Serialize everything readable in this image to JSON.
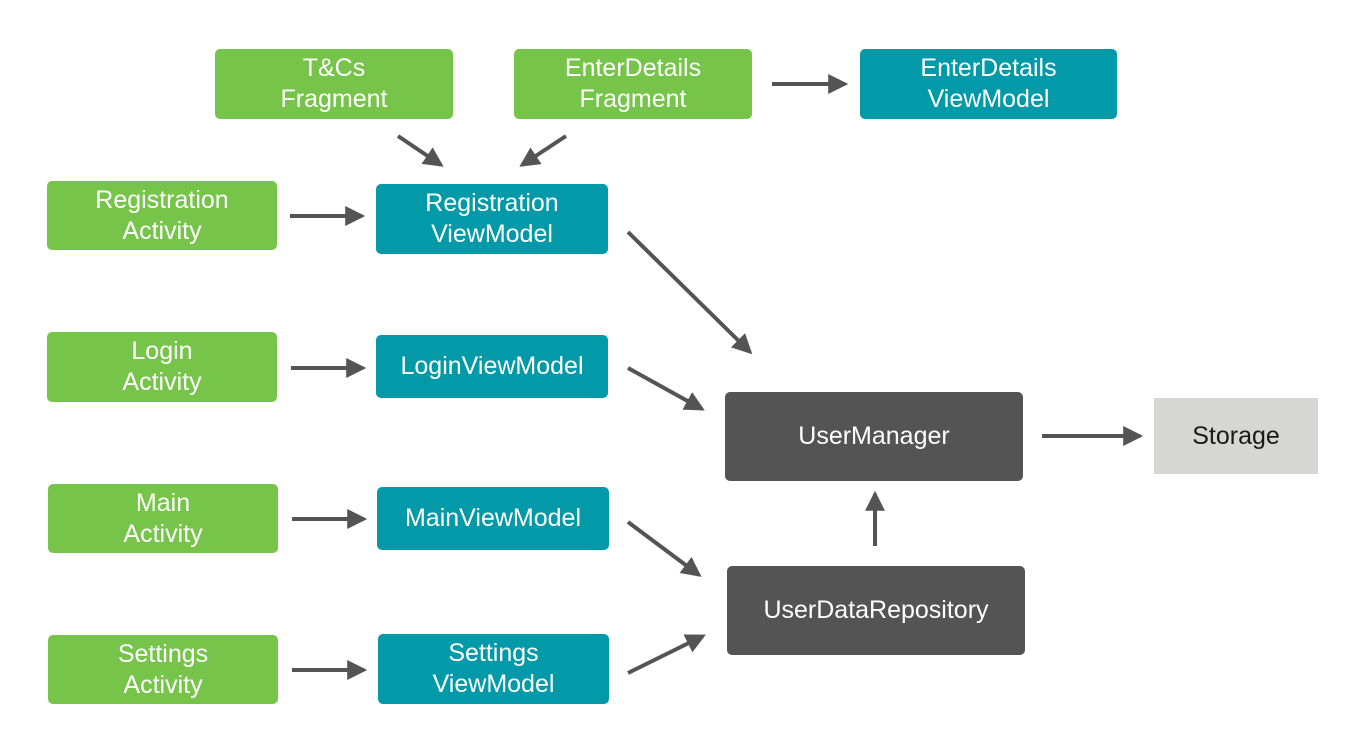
{
  "colors": {
    "activity": "#76c54a",
    "viewmodel": "#0299a8",
    "core": "#545454",
    "storage": "#d6d6d4",
    "storage_text": "#1a1a1a",
    "arrow": "#545454"
  },
  "nodes": {
    "tcs_fragment": {
      "label": "T&Cs\nFragment",
      "kind": "activity"
    },
    "enterdetails_fragment": {
      "label": "EnterDetails\nFragment",
      "kind": "activity"
    },
    "enterdetails_viewmodel": {
      "label": "EnterDetails\nViewModel",
      "kind": "viewmodel"
    },
    "registration_activity": {
      "label": "Registration\nActivity",
      "kind": "activity"
    },
    "registration_viewmodel": {
      "label": "Registration\nViewModel",
      "kind": "viewmodel"
    },
    "login_activity": {
      "label": "Login\nActivity",
      "kind": "activity"
    },
    "login_viewmodel": {
      "label": "LoginViewModel",
      "kind": "viewmodel"
    },
    "main_activity": {
      "label": "Main\nActivity",
      "kind": "activity"
    },
    "main_viewmodel": {
      "label": "MainViewModel",
      "kind": "viewmodel"
    },
    "settings_activity": {
      "label": "Settings\nActivity",
      "kind": "activity"
    },
    "settings_viewmodel": {
      "label": "Settings\nViewModel",
      "kind": "viewmodel"
    },
    "user_manager": {
      "label": "UserManager",
      "kind": "core"
    },
    "user_data_repository": {
      "label": "UserDataRepository",
      "kind": "core"
    },
    "storage": {
      "label": "Storage",
      "kind": "storage"
    }
  },
  "edges": [
    {
      "from": "tcs_fragment",
      "to": "registration_viewmodel"
    },
    {
      "from": "enterdetails_fragment",
      "to": "registration_viewmodel"
    },
    {
      "from": "enterdetails_fragment",
      "to": "enterdetails_viewmodel"
    },
    {
      "from": "registration_activity",
      "to": "registration_viewmodel"
    },
    {
      "from": "registration_viewmodel",
      "to": "user_manager"
    },
    {
      "from": "login_activity",
      "to": "login_viewmodel"
    },
    {
      "from": "login_viewmodel",
      "to": "user_manager"
    },
    {
      "from": "main_activity",
      "to": "main_viewmodel"
    },
    {
      "from": "main_viewmodel",
      "to": "user_data_repository"
    },
    {
      "from": "settings_activity",
      "to": "settings_viewmodel"
    },
    {
      "from": "settings_viewmodel",
      "to": "user_data_repository"
    },
    {
      "from": "user_data_repository",
      "to": "user_manager"
    },
    {
      "from": "user_manager",
      "to": "storage"
    }
  ]
}
